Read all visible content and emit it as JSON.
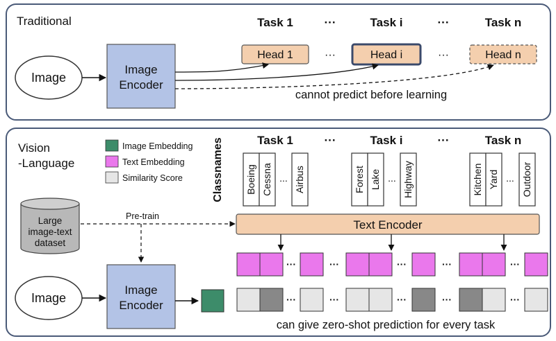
{
  "traditional": {
    "section_label": "Traditional",
    "image_label": "Image",
    "encoder_label": [
      "Image",
      "Encoder"
    ],
    "tasks": [
      "Task 1",
      "···",
      "Task i",
      "···",
      "Task n"
    ],
    "heads": [
      "Head 1",
      "···",
      "Head i",
      "···",
      "Head n"
    ],
    "note": "cannot predict before learning"
  },
  "vision_language": {
    "section_label": [
      "Vision",
      "-Language"
    ],
    "legend": {
      "image_embedding": "Image Embedding",
      "text_embedding": "Text Embedding",
      "similarity_score": "Similarity Score"
    },
    "classnames_label": "Classnames",
    "tasks": [
      "Task 1",
      "···",
      "Task i",
      "···",
      "Task n"
    ],
    "classnames": {
      "task1": [
        "Boeing",
        "Cessna",
        "...",
        "Airbus"
      ],
      "taski": [
        "Forest",
        "Lake",
        "...",
        "Highway"
      ],
      "taskn": [
        "Kitchen",
        "Yard",
        "...",
        "Outdoor"
      ]
    },
    "dataset_label": [
      "Large",
      "image-text",
      "dataset"
    ],
    "pretrain_label": "Pre-train",
    "text_encoder_label": "Text Encoder",
    "image_label": "Image",
    "encoder_label": [
      "Image",
      "Encoder"
    ],
    "dots": "···",
    "note": "can give zero-shot prediction for every task"
  },
  "colors": {
    "panel_border": "#4a5a78",
    "encoder_fill": "#b3c3e6",
    "head_fill": "#f4cfae",
    "text_emb": "#ea78ec",
    "image_emb": "#3d8c6a",
    "sim_light": "#e6e6e6",
    "sim_dark": "#888888"
  }
}
